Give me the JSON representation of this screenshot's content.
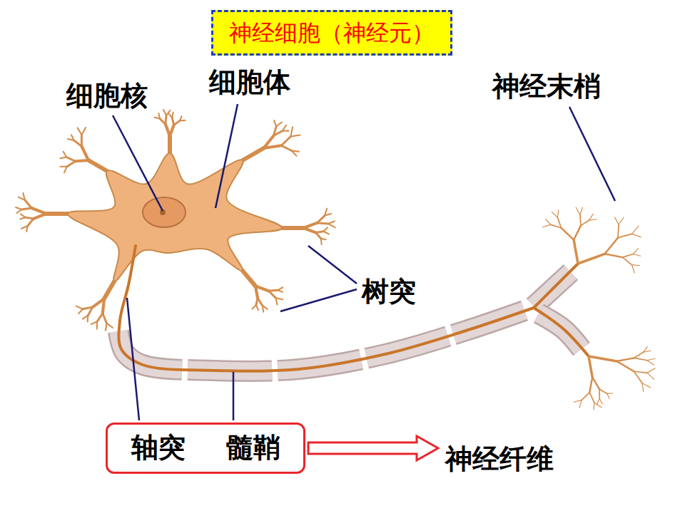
{
  "diagram": {
    "title": "神经细胞（神经元）",
    "nodes": [
      {
        "text": [
          "轴突",
          "髓鞘"
        ]
      },
      {
        "text": [
          "神经纤维"
        ]
      }
    ],
    "edges": [
      {
        "from": 0,
        "to": 1,
        "arrow": "to"
      }
    ],
    "labels": [
      "细胞核",
      "细胞体",
      "神经末梢",
      "树突"
    ]
  }
}
